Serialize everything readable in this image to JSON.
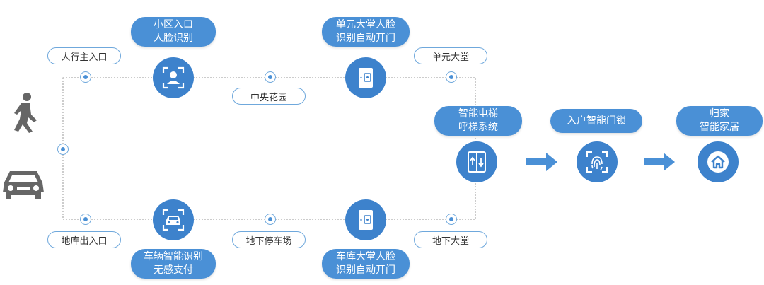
{
  "nodes": {
    "community_entrance": [
      "小区入口",
      "人脸识别"
    ],
    "unit_lobby_face": [
      "单元大堂人脸",
      "识别自动开门"
    ],
    "smart_elevator": [
      "智能电梯",
      "呼梯系统"
    ],
    "smart_lock": "入户智能门锁",
    "home": [
      "归家",
      "智能家居"
    ],
    "vehicle_recognition": [
      "车辆智能识别",
      "无感支付"
    ],
    "garage_lobby_face": [
      "车库大堂人脸",
      "识别自动开门"
    ]
  },
  "labels": {
    "pedestrian_entrance": "人行主入口",
    "central_garden": "中央花园",
    "unit_lobby": "单元大堂",
    "garage_entrance": "地库出入口",
    "underground_parking": "地下停车场",
    "underground_lobby": "地下大堂"
  },
  "icons": {
    "pedestrian": "walking-person-icon",
    "car": "car-icon",
    "face": "face-recognition-icon",
    "door_sensor": "door-sensor-icon",
    "elevator": "elevator-icon",
    "fingerprint": "fingerprint-icon",
    "house": "house-icon",
    "vehicle_scan": "vehicle-scan-icon"
  },
  "colors": {
    "accent": "#4a90d6",
    "icon_gray": "#666666",
    "line": "#999999"
  }
}
